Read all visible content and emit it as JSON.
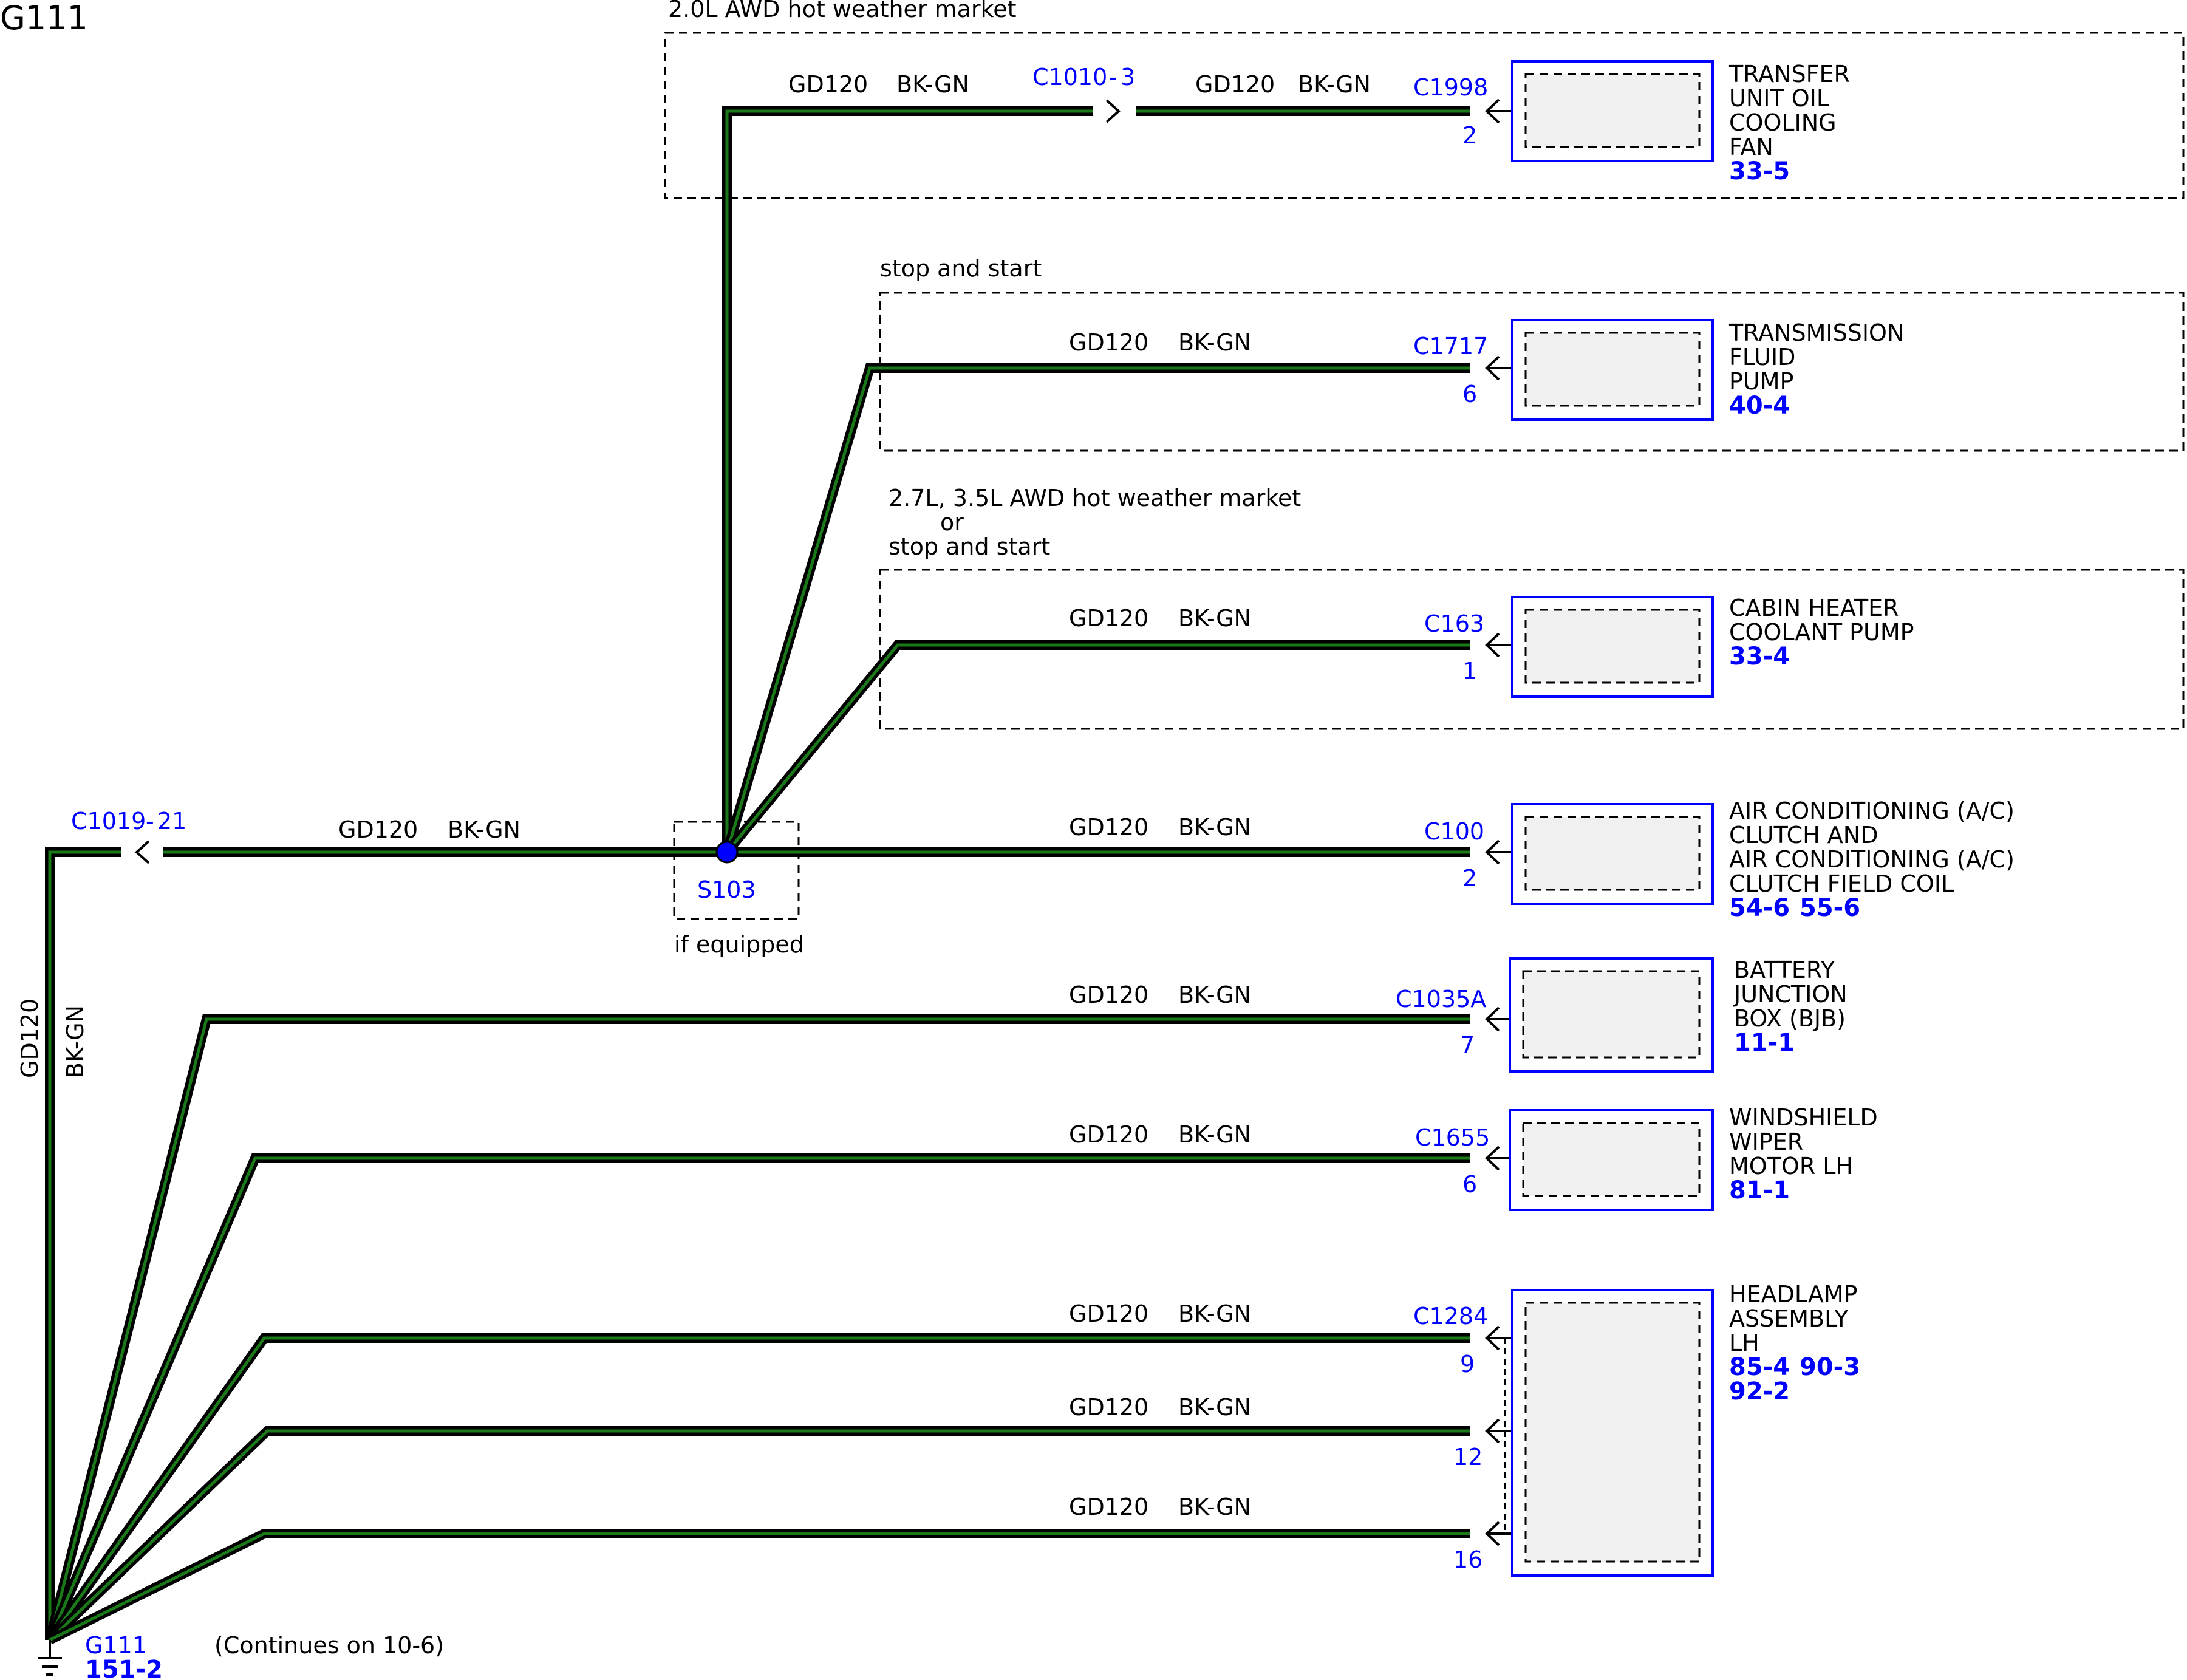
{
  "title": "G111",
  "colors": {
    "wire_outer": "#000000",
    "wire_inner": "#1a7a1a",
    "connector_text": "#0000ff",
    "splice": "#0000ff"
  },
  "zones": {
    "z1": "2.0L AWD hot weather market",
    "z2": "stop and start",
    "z3_line1": "2.7L, 3.5L AWD hot weather market",
    "z3_line2": "or",
    "z3_line3": "stop and start"
  },
  "wire": {
    "circuit": "GD120",
    "color": "BK-GN"
  },
  "components": {
    "c1": {
      "name": [
        "TRANSFER",
        "UNIT OIL",
        "COOLING",
        "FAN"
      ],
      "refs": [
        "33-5"
      ],
      "connector": "C1998",
      "pin": "2"
    },
    "c2": {
      "name": [
        "TRANSMISSION",
        "FLUID",
        "PUMP"
      ],
      "refs": [
        "40-4"
      ],
      "connector": "C1717",
      "pin": "6"
    },
    "c3": {
      "name": [
        "CABIN HEATER",
        "COOLANT PUMP"
      ],
      "refs": [
        "33-4"
      ],
      "connector": "C163",
      "pin": "1"
    },
    "c4": {
      "name": [
        "AIR CONDITIONING (A/C)",
        "CLUTCH AND",
        "AIR CONDITIONING (A/C)",
        "CLUTCH FIELD COIL"
      ],
      "refs": [
        "54-6",
        "55-6"
      ],
      "connector": "C100",
      "pin": "2"
    },
    "c5": {
      "name": [
        "BATTERY",
        "JUNCTION",
        "BOX (BJB)"
      ],
      "refs": [
        "11-1"
      ],
      "connector": "C1035A",
      "pin": "7"
    },
    "c6": {
      "name": [
        "WINDSHIELD",
        "WIPER",
        "MOTOR LH"
      ],
      "refs": [
        "81-1"
      ],
      "connector": "C1655",
      "pin": "6"
    },
    "c7": {
      "name": [
        "HEADLAMP",
        "ASSEMBLY",
        "LH"
      ],
      "refs_line1": [
        "85-4",
        "90-3"
      ],
      "refs_line2": [
        "92-2"
      ],
      "connector": "C1284",
      "pins": [
        "9",
        "12",
        "16"
      ]
    }
  },
  "inline_connectors": {
    "c1010": "C1010",
    "c1010_pin": "3",
    "c1019": "C1019",
    "c1019_pin": "21"
  },
  "splice": {
    "id": "S103",
    "note": "if equipped"
  },
  "ground": {
    "id": "G111",
    "ref": "151-2",
    "note": "(Continues on 10-6)"
  }
}
